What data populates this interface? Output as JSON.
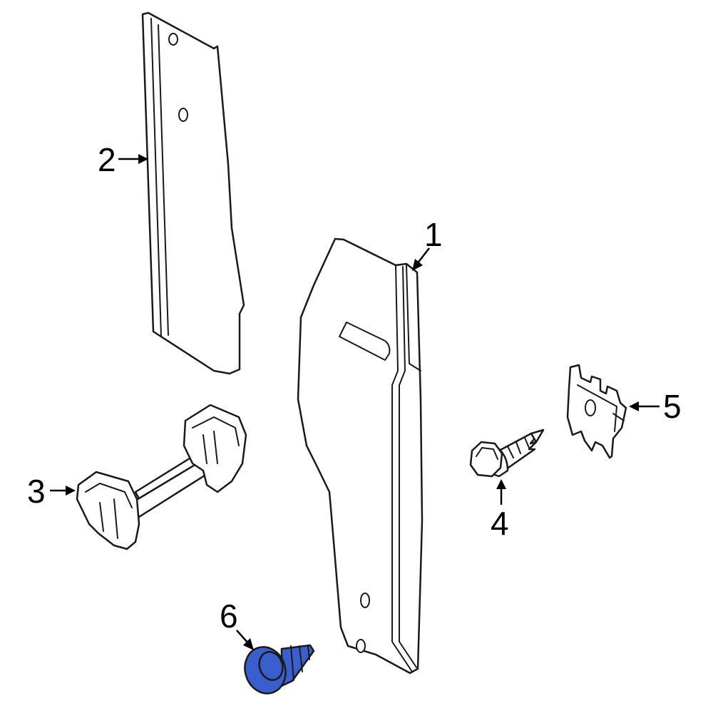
{
  "callouts": [
    {
      "id": "1",
      "label": "1"
    },
    {
      "id": "2",
      "label": "2"
    },
    {
      "id": "3",
      "label": "3"
    },
    {
      "id": "4",
      "label": "4"
    },
    {
      "id": "5",
      "label": "5"
    },
    {
      "id": "6",
      "label": "6"
    }
  ],
  "colors": {
    "line": "#1a1a1a",
    "background": "#ffffff",
    "highlight_fill": "#3a5fcd"
  },
  "highlighted_part": "6"
}
